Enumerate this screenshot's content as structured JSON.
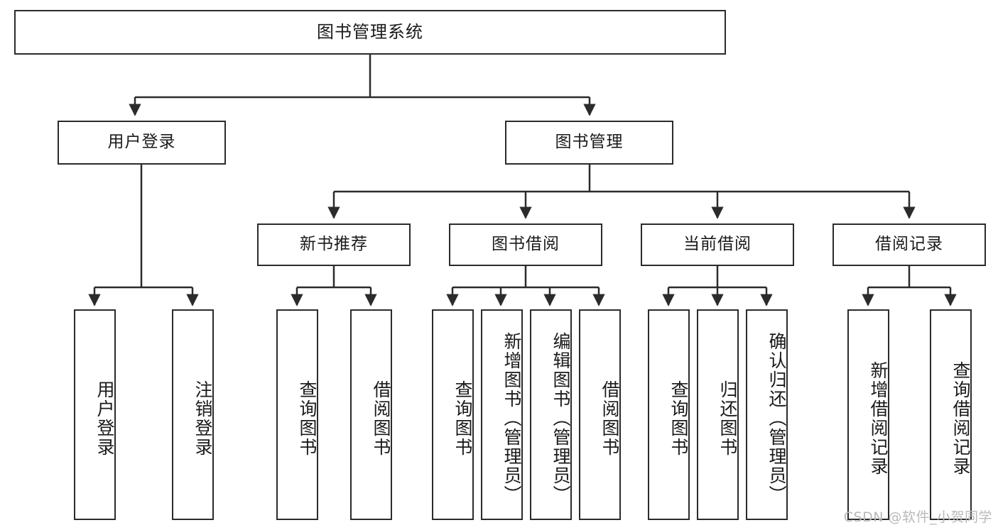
{
  "diagram": {
    "title": "图书管理系统",
    "style": {
      "box_border": "#2b2b2b",
      "box_fill": "#ffffff",
      "line": "#2b2b2b",
      "text": "#1a1a1a",
      "watermark": "#b9b9b9"
    }
  },
  "root": {
    "label": "图书管理系统"
  },
  "level2": [
    {
      "label": "用户登录"
    },
    {
      "label": "图书管理"
    }
  ],
  "level3": [
    {
      "label": "新书推荐"
    },
    {
      "label": "图书借阅"
    },
    {
      "label": "当前借阅"
    },
    {
      "label": "借阅记录"
    }
  ],
  "leaves": {
    "user_login": [
      {
        "label": "用户登录"
      },
      {
        "label": "注销登录"
      }
    ],
    "new_book": [
      {
        "label": "查询图书"
      },
      {
        "label": "借阅图书"
      }
    ],
    "book_borrow": [
      {
        "label": "查询图书"
      },
      {
        "label": "新增图书（管理员）"
      },
      {
        "label": "编辑图书（管理员）"
      },
      {
        "label": "借阅图书"
      }
    ],
    "current_borrow": [
      {
        "label": "查询图书"
      },
      {
        "label": "归还图书"
      },
      {
        "label": "确认归还（管理员）"
      }
    ],
    "borrow_record": [
      {
        "label": "新增借阅记录"
      },
      {
        "label": "查询借阅记录"
      }
    ]
  },
  "watermark": {
    "text": "CSDN @软件_小贺同学"
  }
}
